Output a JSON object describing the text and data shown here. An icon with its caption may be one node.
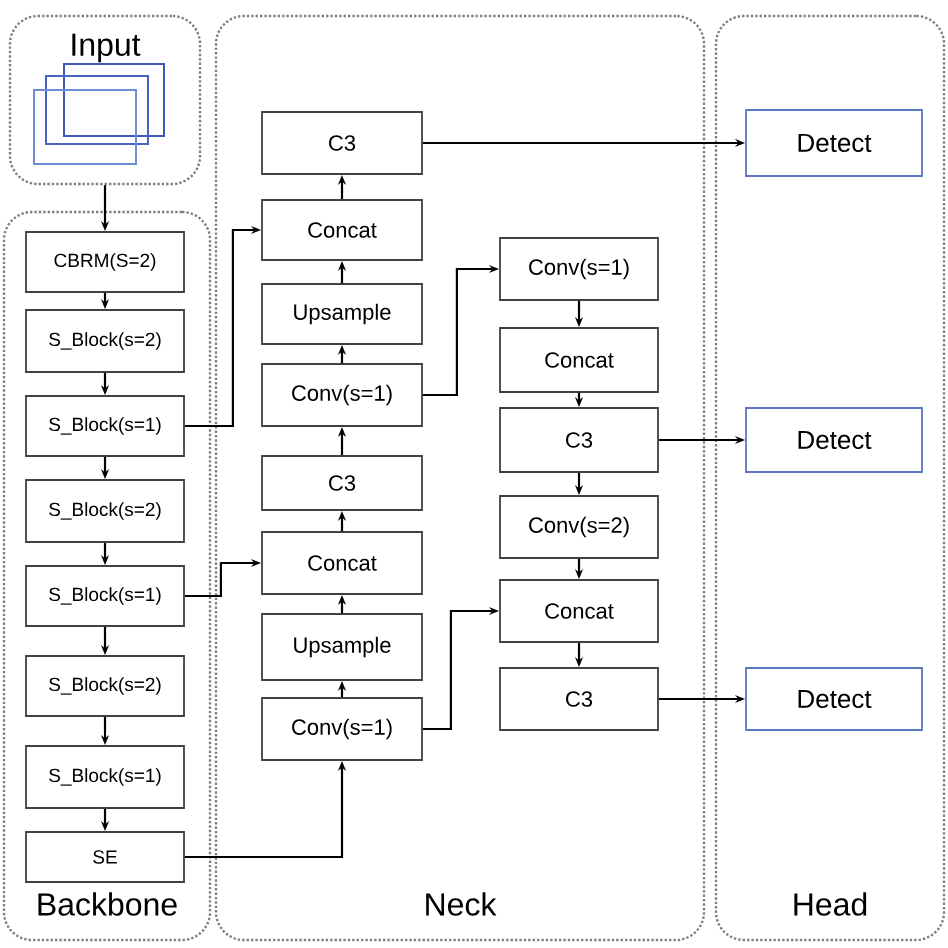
{
  "diagram": {
    "nodes": [
      {
        "text": [
          "Input"
        ]
      },
      {
        "text": [
          "Backbone"
        ]
      },
      {
        "text": [
          "Neck"
        ]
      },
      {
        "text": [
          "Head"
        ]
      },
      {
        "text": [
          "CBRM(S=2)"
        ],
        "in": 1
      },
      {
        "text": [
          "S_Block(s=2)"
        ],
        "in": 1
      },
      {
        "text": [
          "S_Block(s=1)"
        ],
        "in": 1
      },
      {
        "text": [
          "S_Block(s=2)"
        ],
        "in": 1
      },
      {
        "text": [
          "S_Block(s=1)"
        ],
        "in": 1
      },
      {
        "text": [
          "S_Block(s=2)"
        ],
        "in": 1
      },
      {
        "text": [
          "S_Block(s=1)"
        ],
        "in": 1
      },
      {
        "text": [
          "SE"
        ],
        "in": 1
      },
      {
        "text": [
          "C3"
        ],
        "in": 2
      },
      {
        "text": [
          "Concat"
        ],
        "in": 2
      },
      {
        "text": [
          "Upsample"
        ],
        "in": 2
      },
      {
        "text": [
          "Conv(s=1)"
        ],
        "in": 2
      },
      {
        "text": [
          "C3"
        ],
        "in": 2
      },
      {
        "text": [
          "Concat"
        ],
        "in": 2
      },
      {
        "text": [
          "Upsample"
        ],
        "in": 2
      },
      {
        "text": [
          "Conv(s=1)"
        ],
        "in": 2
      },
      {
        "text": [
          "Conv(s=1)"
        ],
        "in": 2
      },
      {
        "text": [
          "Concat"
        ],
        "in": 2
      },
      {
        "text": [
          "C3"
        ],
        "in": 2
      },
      {
        "text": [
          "Conv(s=2)"
        ],
        "in": 2
      },
      {
        "text": [
          "Concat"
        ],
        "in": 2
      },
      {
        "text": [
          "C3"
        ],
        "in": 2
      },
      {
        "text": [
          "Detect"
        ],
        "in": 3
      },
      {
        "text": [
          "Detect"
        ],
        "in": 3
      },
      {
        "text": [
          "Detect"
        ],
        "in": 3
      }
    ],
    "edges": [
      {
        "from": 0,
        "to": 4,
        "arrow": "to"
      },
      {
        "from": 4,
        "to": 5,
        "arrow": "to"
      },
      {
        "from": 5,
        "to": 6,
        "arrow": "to"
      },
      {
        "from": 6,
        "to": 7,
        "arrow": "to"
      },
      {
        "from": 7,
        "to": 8,
        "arrow": "to"
      },
      {
        "from": 8,
        "to": 9,
        "arrow": "to"
      },
      {
        "from": 9,
        "to": 10,
        "arrow": "to"
      },
      {
        "from": 10,
        "to": 11,
        "arrow": "to"
      },
      {
        "from": 6,
        "to": 13,
        "arrow": "to"
      },
      {
        "from": 8,
        "to": 17,
        "arrow": "to"
      },
      {
        "from": 11,
        "to": 19,
        "arrow": "to"
      },
      {
        "from": 19,
        "to": 18,
        "arrow": "to"
      },
      {
        "from": 18,
        "to": 17,
        "arrow": "to"
      },
      {
        "from": 17,
        "to": 16,
        "arrow": "to"
      },
      {
        "from": 16,
        "to": 15,
        "arrow": "to"
      },
      {
        "from": 15,
        "to": 14,
        "arrow": "to"
      },
      {
        "from": 14,
        "to": 13,
        "arrow": "to"
      },
      {
        "from": 13,
        "to": 12,
        "arrow": "to"
      },
      {
        "from": 15,
        "to": 20,
        "arrow": "to"
      },
      {
        "from": 19,
        "to": 24,
        "arrow": "to"
      },
      {
        "from": 20,
        "to": 21,
        "arrow": "to"
      },
      {
        "from": 21,
        "to": 22,
        "arrow": "to"
      },
      {
        "from": 22,
        "to": 23,
        "arrow": "to"
      },
      {
        "from": 23,
        "to": 24,
        "arrow": "to"
      },
      {
        "from": 24,
        "to": 25,
        "arrow": "to"
      },
      {
        "from": 12,
        "to": 26,
        "arrow": "to"
      },
      {
        "from": 22,
        "to": 27,
        "arrow": "to"
      },
      {
        "from": 25,
        "to": 28,
        "arrow": "to"
      }
    ]
  }
}
